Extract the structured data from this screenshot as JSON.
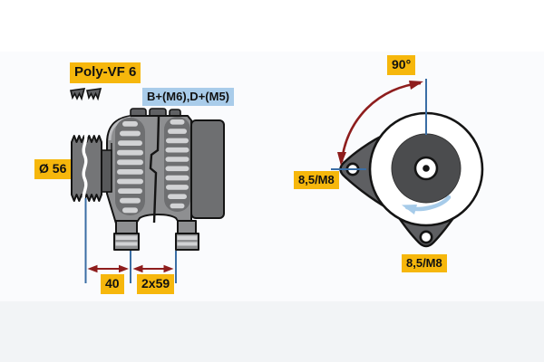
{
  "labels": {
    "belt_type": "Poly-VF 6",
    "terminals": "B+(M6),D+(M5)",
    "pulley_diameter": "Ø 56",
    "dim_pulley_offset": "40",
    "dim_mounting_span": "2x59",
    "mounting_angle": "90°",
    "hole_left": "8,5/M8",
    "hole_bottom": "8,5/M8"
  },
  "icons": {
    "belt_profile": "v-ribbed-belt-section-icon",
    "angle_arc": "90-degree-double-arrow-icon",
    "rotation_direction": "counterclockwise-arrow-icon"
  },
  "colors": {
    "label_yellow": "#F6B70C",
    "label_blue": "#A9CCEA",
    "dimension_red": "#8E1D1D",
    "dimension_blue": "#3A6EA5",
    "rotation_arrow_blue": "#A6CBE9",
    "body_gray": "#8E8F91",
    "body_dark_gray": "#6E6F71",
    "vent_slot_gray": "#D2D3D5",
    "hub_dark": "#4B4C4E",
    "outline_black": "#141414",
    "background_top": "#FFFFFF",
    "background_mid": "#FAFBFD",
    "background_bottom": "#F2F4F6"
  }
}
